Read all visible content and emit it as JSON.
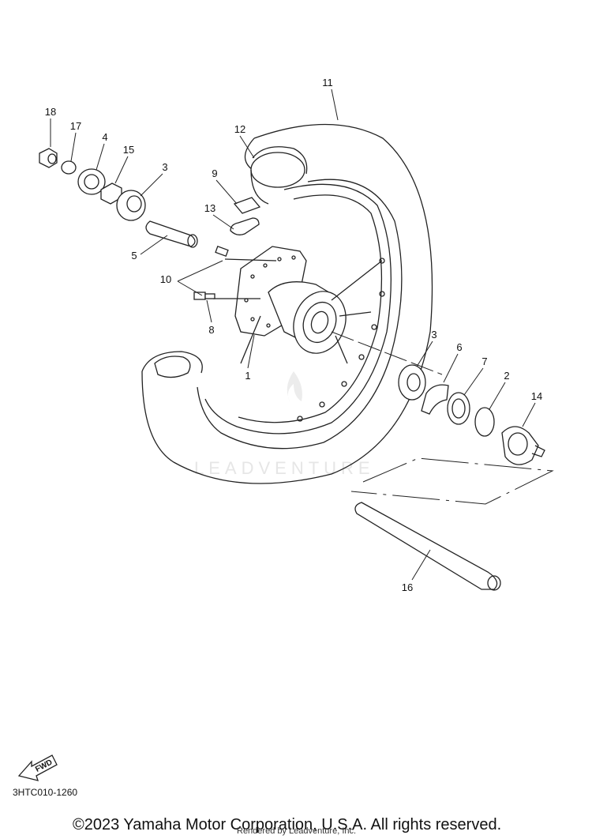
{
  "callouts": [
    "1",
    "2",
    "3",
    "3",
    "4",
    "5",
    "6",
    "7",
    "8",
    "9",
    "10",
    "11",
    "12",
    "13",
    "14",
    "15",
    "16",
    "17",
    "18"
  ],
  "watermark": "LEADVENTURE",
  "fwd_label": "FWD",
  "diagram_code": "3HTC010-1260",
  "copyright": "©2023 Yamaha Motor Corporation, U.S.A. All rights reserved.",
  "render_note": "Rendered by Leadventure, Inc.",
  "colors": {
    "line": "#222222",
    "background": "#ffffff",
    "watermark": "#e6e6e6"
  }
}
